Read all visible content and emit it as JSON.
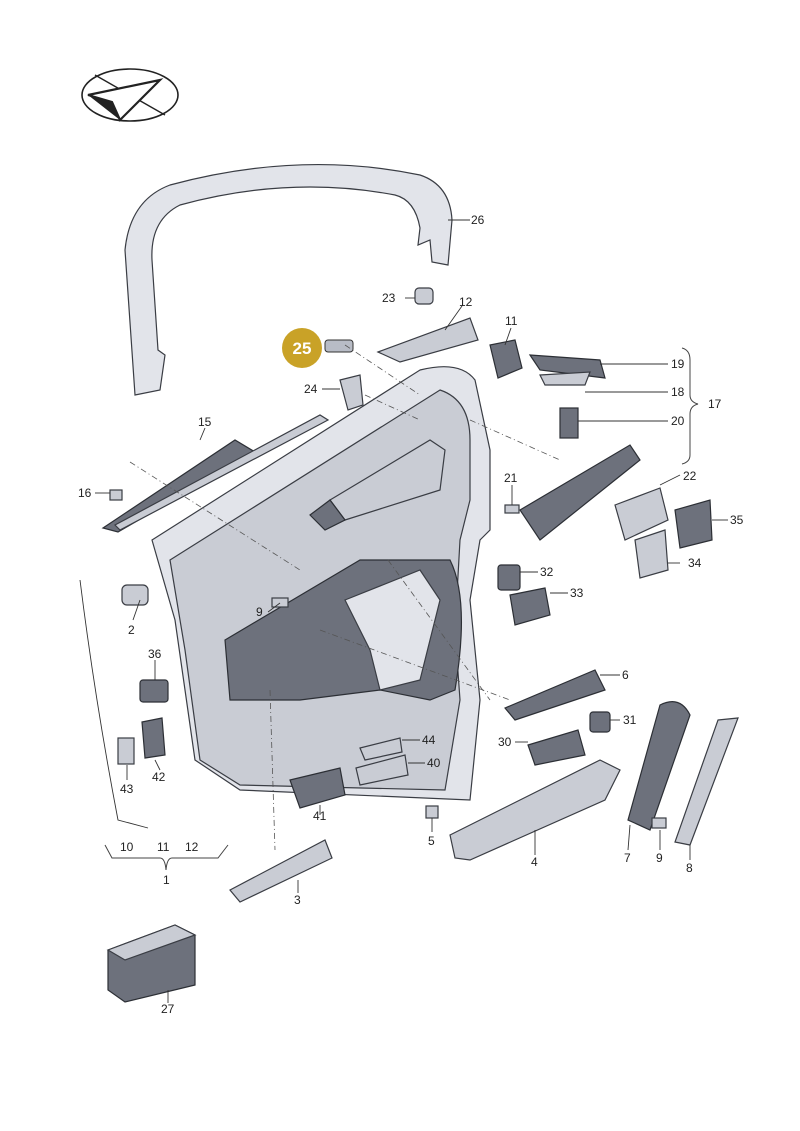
{
  "highlighted_part": "25",
  "part_labels": {
    "p1": "1",
    "p2": "2",
    "p3": "3",
    "p4": "4",
    "p5": "5",
    "p6": "6",
    "p7": "7",
    "p8": "8",
    "p9a": "9",
    "p9b": "9",
    "p10": "10",
    "p11a": "11",
    "p11b": "11",
    "p12a": "12",
    "p12b": "12",
    "p15": "15",
    "p16": "16",
    "p17": "17",
    "p18": "18",
    "p19": "19",
    "p20": "20",
    "p21": "21",
    "p22": "22",
    "p23": "23",
    "p24": "24",
    "p26": "26",
    "p27": "27",
    "p30": "30",
    "p31": "31",
    "p32": "32",
    "p33": "33",
    "p34": "34",
    "p35": "35",
    "p36": "36",
    "p40": "40",
    "p41": "41",
    "p42": "42",
    "p43": "43",
    "p44": "44"
  },
  "colors": {
    "highlight": "#c9a227",
    "part_fill": "#c9ccd4",
    "part_dark": "#6d717c",
    "outline": "#3a3d44"
  }
}
